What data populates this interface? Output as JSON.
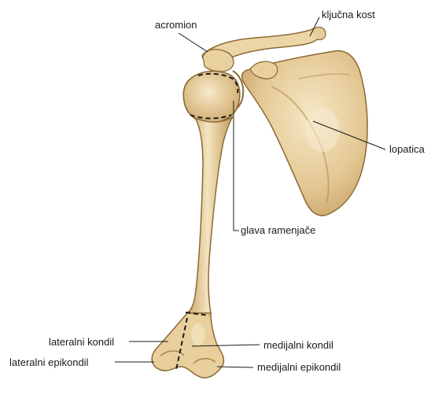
{
  "labels": {
    "acromion": "acromion",
    "kljucna_kost": "ključna kost",
    "lopatica": "lopatica",
    "glava_ramenjace": "glava ramenjače",
    "lateralni_kondil": "lateralni kondil",
    "lateralni_epikondil": "lateralni epikondil",
    "medijalni_kondil": "medijalni kondil",
    "medijalni_epikondil": "medijalni epikondil"
  },
  "colors": {
    "bone_light": "#f2dfb4",
    "bone_mid": "#dcbf86",
    "bone_shadow": "#b58f52",
    "outline": "#8c6a36",
    "leader": "#1a1a1a"
  }
}
